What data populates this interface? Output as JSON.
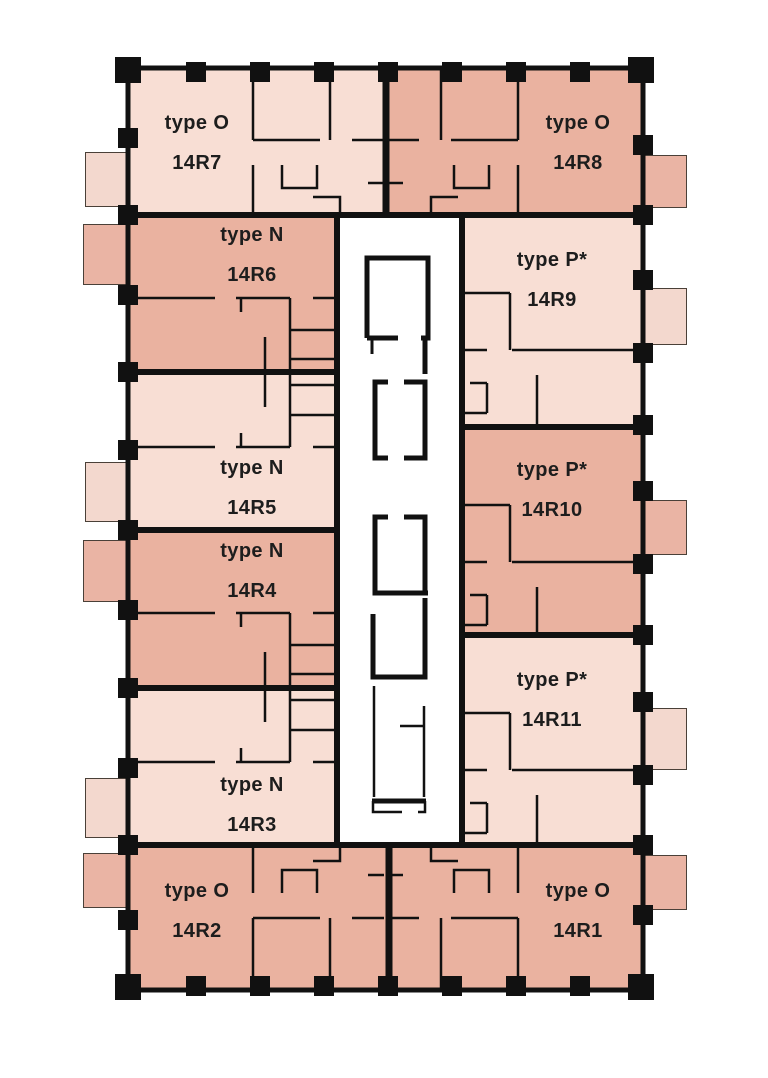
{
  "colors": {
    "unit_light": "#f8ded4",
    "unit_dark": "#eab2a0",
    "balcony_light": "#f3d8ce",
    "balcony_dark": "#eab4a4",
    "wall": "#111111",
    "text": "#1d1d1d",
    "background": "#ffffff"
  },
  "units": [
    {
      "key": "14R7",
      "type_label": "type O",
      "unit_label": "14R7",
      "shade": "light"
    },
    {
      "key": "14R8",
      "type_label": "type O",
      "unit_label": "14R8",
      "shade": "dark"
    },
    {
      "key": "14R6",
      "type_label": "type N",
      "unit_label": "14R6",
      "shade": "dark"
    },
    {
      "key": "14R5",
      "type_label": "type N",
      "unit_label": "14R5",
      "shade": "light"
    },
    {
      "key": "14R4",
      "type_label": "type N",
      "unit_label": "14R4",
      "shade": "dark"
    },
    {
      "key": "14R3",
      "type_label": "type N",
      "unit_label": "14R3",
      "shade": "light"
    },
    {
      "key": "14R9",
      "type_label": "type P*",
      "unit_label": "14R9",
      "shade": "light"
    },
    {
      "key": "14R10",
      "type_label": "type P*",
      "unit_label": "14R10",
      "shade": "dark"
    },
    {
      "key": "14R11",
      "type_label": "type P*",
      "unit_label": "14R11",
      "shade": "light"
    },
    {
      "key": "14R2",
      "type_label": "type O",
      "unit_label": "14R2",
      "shade": "dark"
    },
    {
      "key": "14R1",
      "type_label": "type O",
      "unit_label": "14R1",
      "shade": "dark"
    }
  ]
}
